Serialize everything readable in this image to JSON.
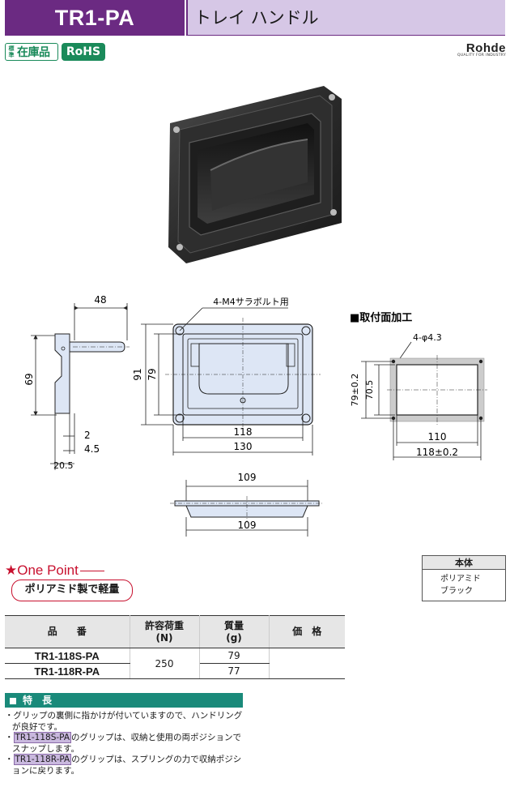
{
  "header": {
    "model": "TR1-PA",
    "product_name": "トレイ ハンドル"
  },
  "badges": {
    "standard_small": "標準",
    "standard_big": "在庫品",
    "rohs": "RoHS"
  },
  "brand": {
    "name": "Rohde",
    "tagline": "QUALITY FOR INDUSTRY"
  },
  "drawing": {
    "side": {
      "d48": "48",
      "d69": "69",
      "d2": "2",
      "d4_5": "4.5",
      "d20_5": "20.5"
    },
    "front": {
      "bolt_note": "4-M4サラボルト用",
      "d91": "91",
      "d79": "79",
      "d118": "118",
      "d130": "130"
    },
    "bottom": {
      "d109_top": "109",
      "d109_bottom": "109"
    },
    "mounting": {
      "title": "■取付面加工",
      "holes": "4-φ4.3",
      "d79": "79±0.2",
      "d70_5": "70.5",
      "d110": "110",
      "d118": "118±0.2"
    }
  },
  "one_point": {
    "title": "★One Point",
    "text": "ポリアミド製で軽量"
  },
  "material": {
    "header": "本体",
    "lines": [
      "ポリアミド",
      "ブラック"
    ]
  },
  "spec_table": {
    "headers": {
      "part": "品　　番",
      "load": "許容荷重",
      "load_unit": "(N)",
      "mass": "質量",
      "mass_unit": "(g)",
      "price": "価　格"
    },
    "rows": [
      {
        "model": "TR1-118S-PA",
        "load": "250",
        "mass": "79",
        "price": ""
      },
      {
        "model": "TR1-118R-PA",
        "mass": "77",
        "price": ""
      }
    ]
  },
  "features": {
    "title": "特　長",
    "items": [
      {
        "code": "",
        "text": "・グリップの裏側に指かけが付いていますので、ハンドリングが良好です。"
      },
      {
        "code": "TR1-118S-PA",
        "prefix": "・",
        "text": "のグリップは、収納と使用の両ポジションでスナップします。"
      },
      {
        "code": "TR1-118R-PA",
        "prefix": "・",
        "text": "のグリップは、スプリングの力で収納ポジションに戻ります。"
      }
    ]
  },
  "colors": {
    "brand_purple": "#6b2a82",
    "light_purple": "#d6c7e6",
    "green": "#1a8a5a",
    "teal": "#1a8a7a",
    "red": "#c8102e",
    "drawing_fill": "#dde6f5"
  }
}
